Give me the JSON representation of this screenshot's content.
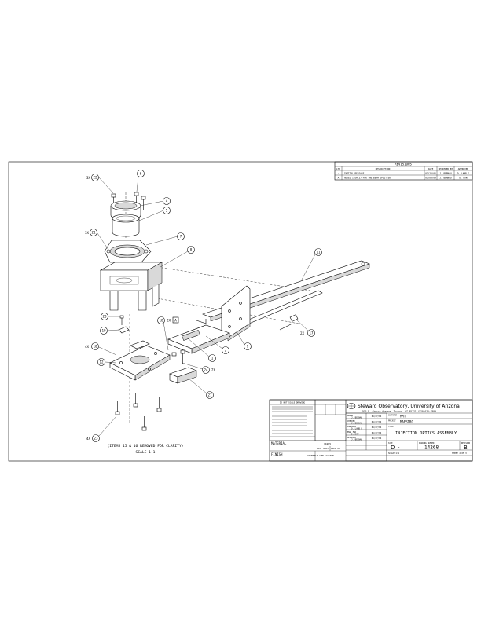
{
  "revisions": {
    "title": "REVISIONS",
    "headers": [
      "LTR",
      "DESCRIPTION",
      "DATE",
      "REVIEWED BY",
      "APPROVED"
    ],
    "rows": [
      [
        "-",
        "INITIAL RELEASE",
        "02/28/03",
        "J. BERNAU",
        "D. LAMB E"
      ],
      [
        "A",
        "ADDED ITEM 27 FOR THE BEAM SPLITTER",
        "03/09/04",
        "J. BERNAU",
        "D. DOW"
      ]
    ]
  },
  "callouts": [
    {
      "id": "c22",
      "num": "22",
      "prefix": "3X"
    },
    {
      "id": "c6",
      "num": "6",
      "prefix": ""
    },
    {
      "id": "c4",
      "num": "4",
      "prefix": ""
    },
    {
      "id": "c5",
      "num": "5",
      "prefix": ""
    },
    {
      "id": "c21",
      "num": "21",
      "prefix": "3X"
    },
    {
      "id": "c7",
      "num": "7",
      "prefix": ""
    },
    {
      "id": "c8",
      "num": "8",
      "prefix": ""
    },
    {
      "id": "c11",
      "num": "11",
      "prefix": ""
    },
    {
      "id": "c20",
      "num": "20",
      "prefix": ""
    },
    {
      "id": "c19",
      "num": "19",
      "prefix": ""
    },
    {
      "id": "c18",
      "num": "18",
      "prefix": "2X"
    },
    {
      "id": "c10",
      "num": "10",
      "prefix": "4X"
    },
    {
      "id": "c12",
      "num": "12",
      "prefix": ""
    },
    {
      "id": "c1",
      "num": "1",
      "prefix": ""
    },
    {
      "id": "c2",
      "num": "2",
      "prefix": ""
    },
    {
      "id": "c9",
      "num": "9",
      "prefix": ""
    },
    {
      "id": "c24",
      "num": "24",
      "prefix": "2X"
    },
    {
      "id": "c27",
      "num": "27",
      "prefix": ""
    },
    {
      "id": "c17",
      "num": "17",
      "prefix": "2X"
    },
    {
      "id": "c23",
      "num": "23",
      "prefix": "4X"
    }
  ],
  "notes": {
    "clarity": "(ITEMS 15 & 16 REMOVED FOR CLARITY)",
    "scale": "SCALE 1:1"
  },
  "title_block": {
    "org": "Steward Observatory, University of Arizona",
    "address": "933 N. Cherry Avenue, Tucson, AZ 85721  (520)621-7889",
    "general_note": "DO NOT SCALE DRAWING",
    "material_label": "MATERIAL",
    "finish_label": "FINISH",
    "next_assy_label": "NEXT ASSY",
    "used_on_label": "USED ON",
    "next_assy_value": "14285",
    "application": "ASSEMBLY APPLICATION",
    "customer_label": "CUSTOMER",
    "customer": "MMT",
    "project_label": "PROJECT",
    "project": "MAESTRO",
    "title_label": "TITLE",
    "title": "INJECTION OPTICS ASSEMBLY",
    "size_label": "SIZE",
    "size": "D",
    "dash": "-",
    "dwg_label": "DRAWING NUMBER",
    "dwg_no": "14268",
    "rev_label": "REVISION",
    "rev": "B",
    "sheet": "SHEET 2 OF 3",
    "scale_line": "SCALE 1:1",
    "approvals": [
      {
        "role": "DRAWN",
        "name": "J. BERNAU",
        "date": "05/27/04"
      },
      {
        "role": "CHECKED",
        "name": "J. BERNAU",
        "date": "05/27/04"
      },
      {
        "role": "ENGINEER",
        "name": "D. LAMB E",
        "date": "05/27/04"
      },
      {
        "role": "ENG. MGR",
        "name": "D. DOW",
        "date": "05/27/04"
      },
      {
        "role": "APPROVED",
        "name": "J. BERNAU",
        "date": "05/27/04"
      }
    ]
  }
}
